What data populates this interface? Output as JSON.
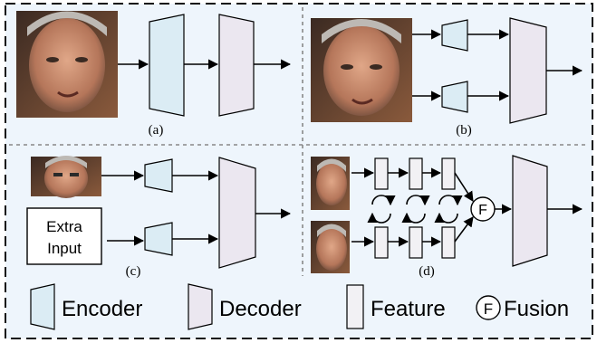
{
  "colors": {
    "panel_bg": "#eef5fc",
    "encoder_fill": "#dbecf4",
    "decoder_fill": "#ebe7f0",
    "feature_fill": "#f2f1f4",
    "face_skin": "#c98a6a",
    "stroke": "#000000"
  },
  "panels": {
    "a": {
      "label": "(a)"
    },
    "b": {
      "label": "(b)"
    },
    "c": {
      "label": "(c)",
      "extra_input": [
        "Extra",
        "Input"
      ]
    },
    "d": {
      "label": "(d)",
      "fusion_symbol": "F"
    }
  },
  "legend": {
    "encoder": "Encoder",
    "decoder": "Decoder",
    "feature": "Feature",
    "fusion_symbol": "F",
    "fusion": "Fusion"
  }
}
